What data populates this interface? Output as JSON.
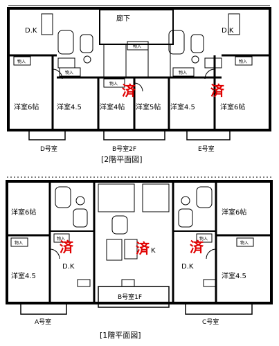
{
  "floor2": {
    "caption": "[2階平面図]",
    "rooms": {
      "dk_left": "D.K",
      "dk_right": "D.K",
      "corridor": "廊下",
      "room_d6": "洋室6帖",
      "room_d45": "洋室4.5",
      "room_b4": "洋室4帖",
      "room_b5": "洋室5帖",
      "room_e45": "洋室4.5",
      "room_e6": "洋室6帖"
    },
    "closets": [
      "物入",
      "物入",
      "物入",
      "物入",
      "物入",
      "物入"
    ],
    "units": {
      "d": "D号室",
      "b": "B号室2F",
      "e": "E号室"
    },
    "stamps": [
      "済",
      "済"
    ]
  },
  "floor1": {
    "caption": "[1階平面図]",
    "rooms": {
      "a6": "洋室6帖",
      "a45": "洋室4.5",
      "adk": "D.K",
      "bk": "K",
      "cdk": "D.K",
      "c6": "洋室6帖",
      "c45": "洋室4.5"
    },
    "closets": [
      "物入",
      "物入",
      "物入",
      "物入"
    ],
    "units": {
      "a": "A号室",
      "b": "B号室1F",
      "c": "C号室"
    },
    "stamps": [
      "済",
      "済",
      "済"
    ]
  }
}
